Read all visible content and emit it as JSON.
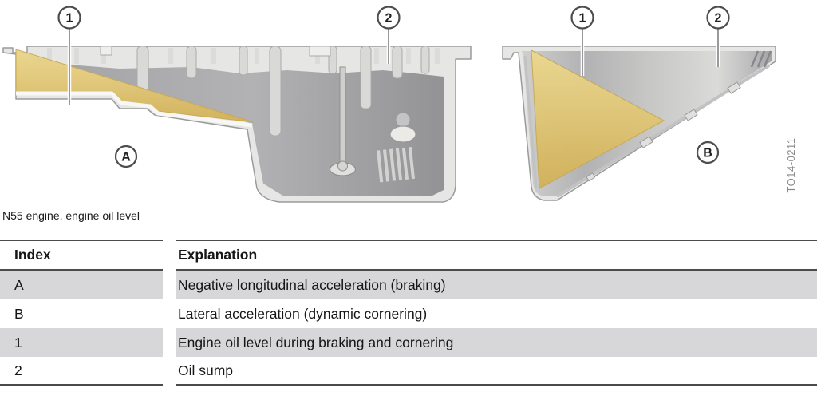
{
  "caption": "N55 engine, engine oil level",
  "figure": {
    "watermark": "TO14-0211",
    "left": {
      "callout_1": "1",
      "callout_2": "2",
      "label": "A"
    },
    "right": {
      "callout_1": "1",
      "callout_2": "2",
      "label": "B"
    },
    "oil_color": "#ddc06a",
    "pan_light_color": "#e6e6e4",
    "pan_shadow_color": "#a8a8aa",
    "outline_color": "#9b9b9d"
  },
  "table": {
    "headers": [
      "Index",
      "Explanation"
    ],
    "rows": [
      {
        "index": "A",
        "explanation": "Negative longitudinal acceleration (braking)"
      },
      {
        "index": "B",
        "explanation": "Lateral acceleration (dynamic cornering)"
      },
      {
        "index": "1",
        "explanation": "Engine oil level during braking and cornering"
      },
      {
        "index": "2",
        "explanation": "Oil sump"
      }
    ],
    "stripe_color": "#d7d7d9",
    "border_color": "#4b4b4b"
  }
}
